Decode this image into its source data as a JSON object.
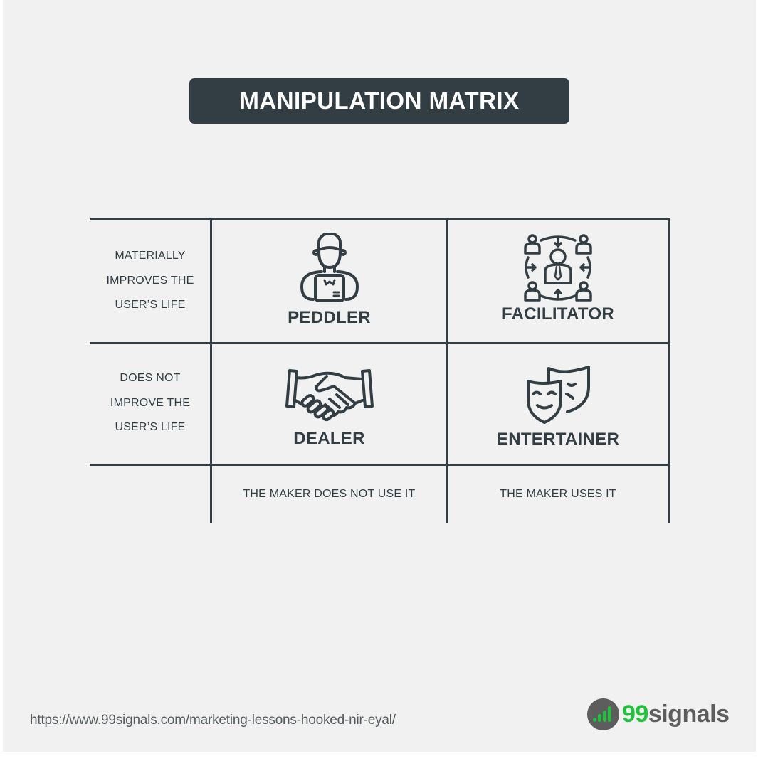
{
  "title": "MANIPULATION MATRIX",
  "colors": {
    "background": "#f1f1f1",
    "ink": "#323e44",
    "badge": "#323e44",
    "logo_green": "#1fc23a",
    "logo_gray": "#5d5d5d"
  },
  "matrix": {
    "rows": [
      {
        "label_lines": [
          "MATERIALLY",
          "IMPROVES THE",
          "USER’S LIFE"
        ]
      },
      {
        "label_lines": [
          "DOES NOT",
          "IMPROVE THE",
          "USER’S LIFE"
        ]
      }
    ],
    "columns": [
      {
        "label": "THE MAKER DOES NOT USE IT"
      },
      {
        "label": "THE MAKER USES IT"
      }
    ],
    "cells": [
      {
        "title": "PEDDLER",
        "icon": "delivery-person-icon"
      },
      {
        "title": "FACILITATOR",
        "icon": "team-network-icon"
      },
      {
        "title": "DEALER",
        "icon": "handshake-icon"
      },
      {
        "title": "ENTERTAINER",
        "icon": "theater-masks-icon"
      }
    ]
  },
  "footer": {
    "url": "https://www.99signals.com/marketing-lessons-hooked-nir-eyal/",
    "logo": {
      "number": "99",
      "word": "signals",
      "icon": "signal-bars-icon"
    }
  }
}
